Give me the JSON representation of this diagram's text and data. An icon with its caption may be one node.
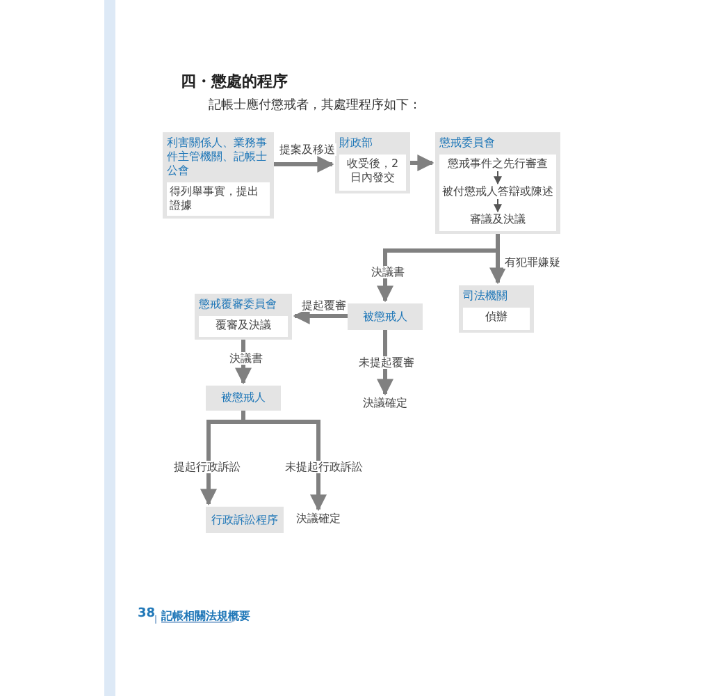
{
  "diagram": {
    "title": "四・懲處的程序",
    "caption": "記帳士應付懲戒者，其處理程序如下：",
    "nodes": [
      {
        "text": [
          "利害關係人、業務事件主管機關、記帳士公會",
          "得列舉事實，提出證據"
        ]
      },
      {
        "text": [
          "財政部",
          "收受後，2日內發交"
        ]
      },
      {
        "text": [
          "懲戒委員會"
        ]
      },
      {
        "text": [
          "懲戒事件之先行審查"
        ],
        "in": 2
      },
      {
        "text": [
          "被付懲戒人答辯或陳述"
        ],
        "in": 2
      },
      {
        "text": [
          "審議及決議"
        ],
        "in": 2
      },
      {
        "text": [
          "司法機關",
          "偵辦"
        ]
      },
      {
        "text": [
          "被懲戒人"
        ]
      },
      {
        "text": [
          "懲戒覆審委員會",
          "覆審及決議"
        ]
      },
      {
        "text": [
          "決議確定"
        ]
      },
      {
        "text": [
          "被懲戒人"
        ]
      },
      {
        "text": [
          "行政訴訟程序"
        ]
      },
      {
        "text": [
          "決議確定"
        ]
      }
    ],
    "edges": [
      {
        "from": 0,
        "to": 1,
        "arrow": "to",
        "label": "提案及移送"
      },
      {
        "from": 1,
        "to": 2,
        "arrow": "to"
      },
      {
        "from": 3,
        "to": 4,
        "arrow": "to"
      },
      {
        "from": 4,
        "to": 5,
        "arrow": "to"
      },
      {
        "from": 2,
        "to": 7,
        "arrow": "to",
        "label": "決議書"
      },
      {
        "from": 2,
        "to": 6,
        "arrow": "to",
        "label": "有犯罪嫌疑"
      },
      {
        "from": 7,
        "to": 8,
        "arrow": "to",
        "label": "提起覆審"
      },
      {
        "from": 7,
        "to": 9,
        "arrow": "to",
        "label": "未提起覆審"
      },
      {
        "from": 8,
        "to": 10,
        "arrow": "to",
        "label": "決議書"
      },
      {
        "from": 10,
        "to": 11,
        "arrow": "to",
        "label": "提起行政訴訟"
      },
      {
        "from": 10,
        "to": 12,
        "arrow": "to",
        "label": "未提起行政訴訟"
      }
    ],
    "labels": [
      "38",
      "記帳相關法規概要"
    ]
  }
}
